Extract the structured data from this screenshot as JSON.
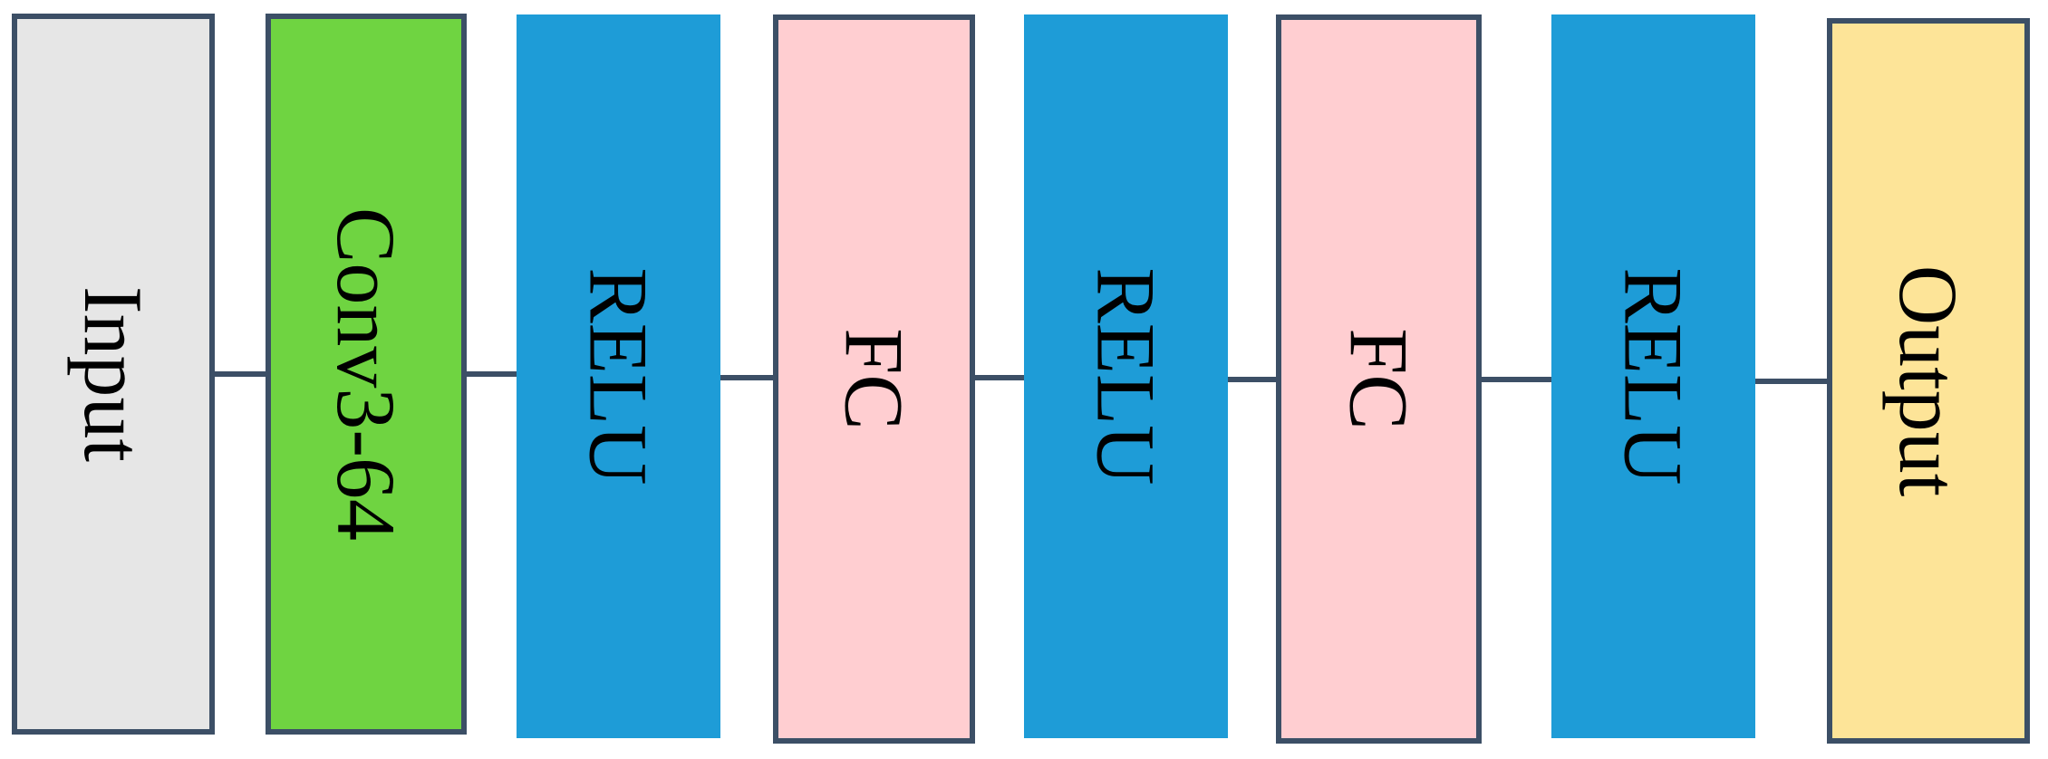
{
  "diagram": {
    "layers": [
      {
        "label": "Input",
        "kind": "input",
        "fill": "#e6e6e6",
        "outlined": true
      },
      {
        "label": "Conv3-64",
        "kind": "conv",
        "fill": "#6fd441",
        "outlined": true
      },
      {
        "label": "RELU",
        "kind": "relu",
        "fill": "#1e9cd7",
        "outlined": false
      },
      {
        "label": "FC",
        "kind": "fc",
        "fill": "#ffced1",
        "outlined": true
      },
      {
        "label": "RELU",
        "kind": "relu",
        "fill": "#1e9cd7",
        "outlined": false
      },
      {
        "label": "FC",
        "kind": "fc",
        "fill": "#ffced1",
        "outlined": true
      },
      {
        "label": "RELU",
        "kind": "relu",
        "fill": "#1e9cd7",
        "outlined": false
      },
      {
        "label": "Output",
        "kind": "output",
        "fill": "#fde498",
        "outlined": true
      }
    ],
    "colors": {
      "border": "#3c4f66",
      "connector": "#3c4f66",
      "text": "#000000"
    }
  }
}
